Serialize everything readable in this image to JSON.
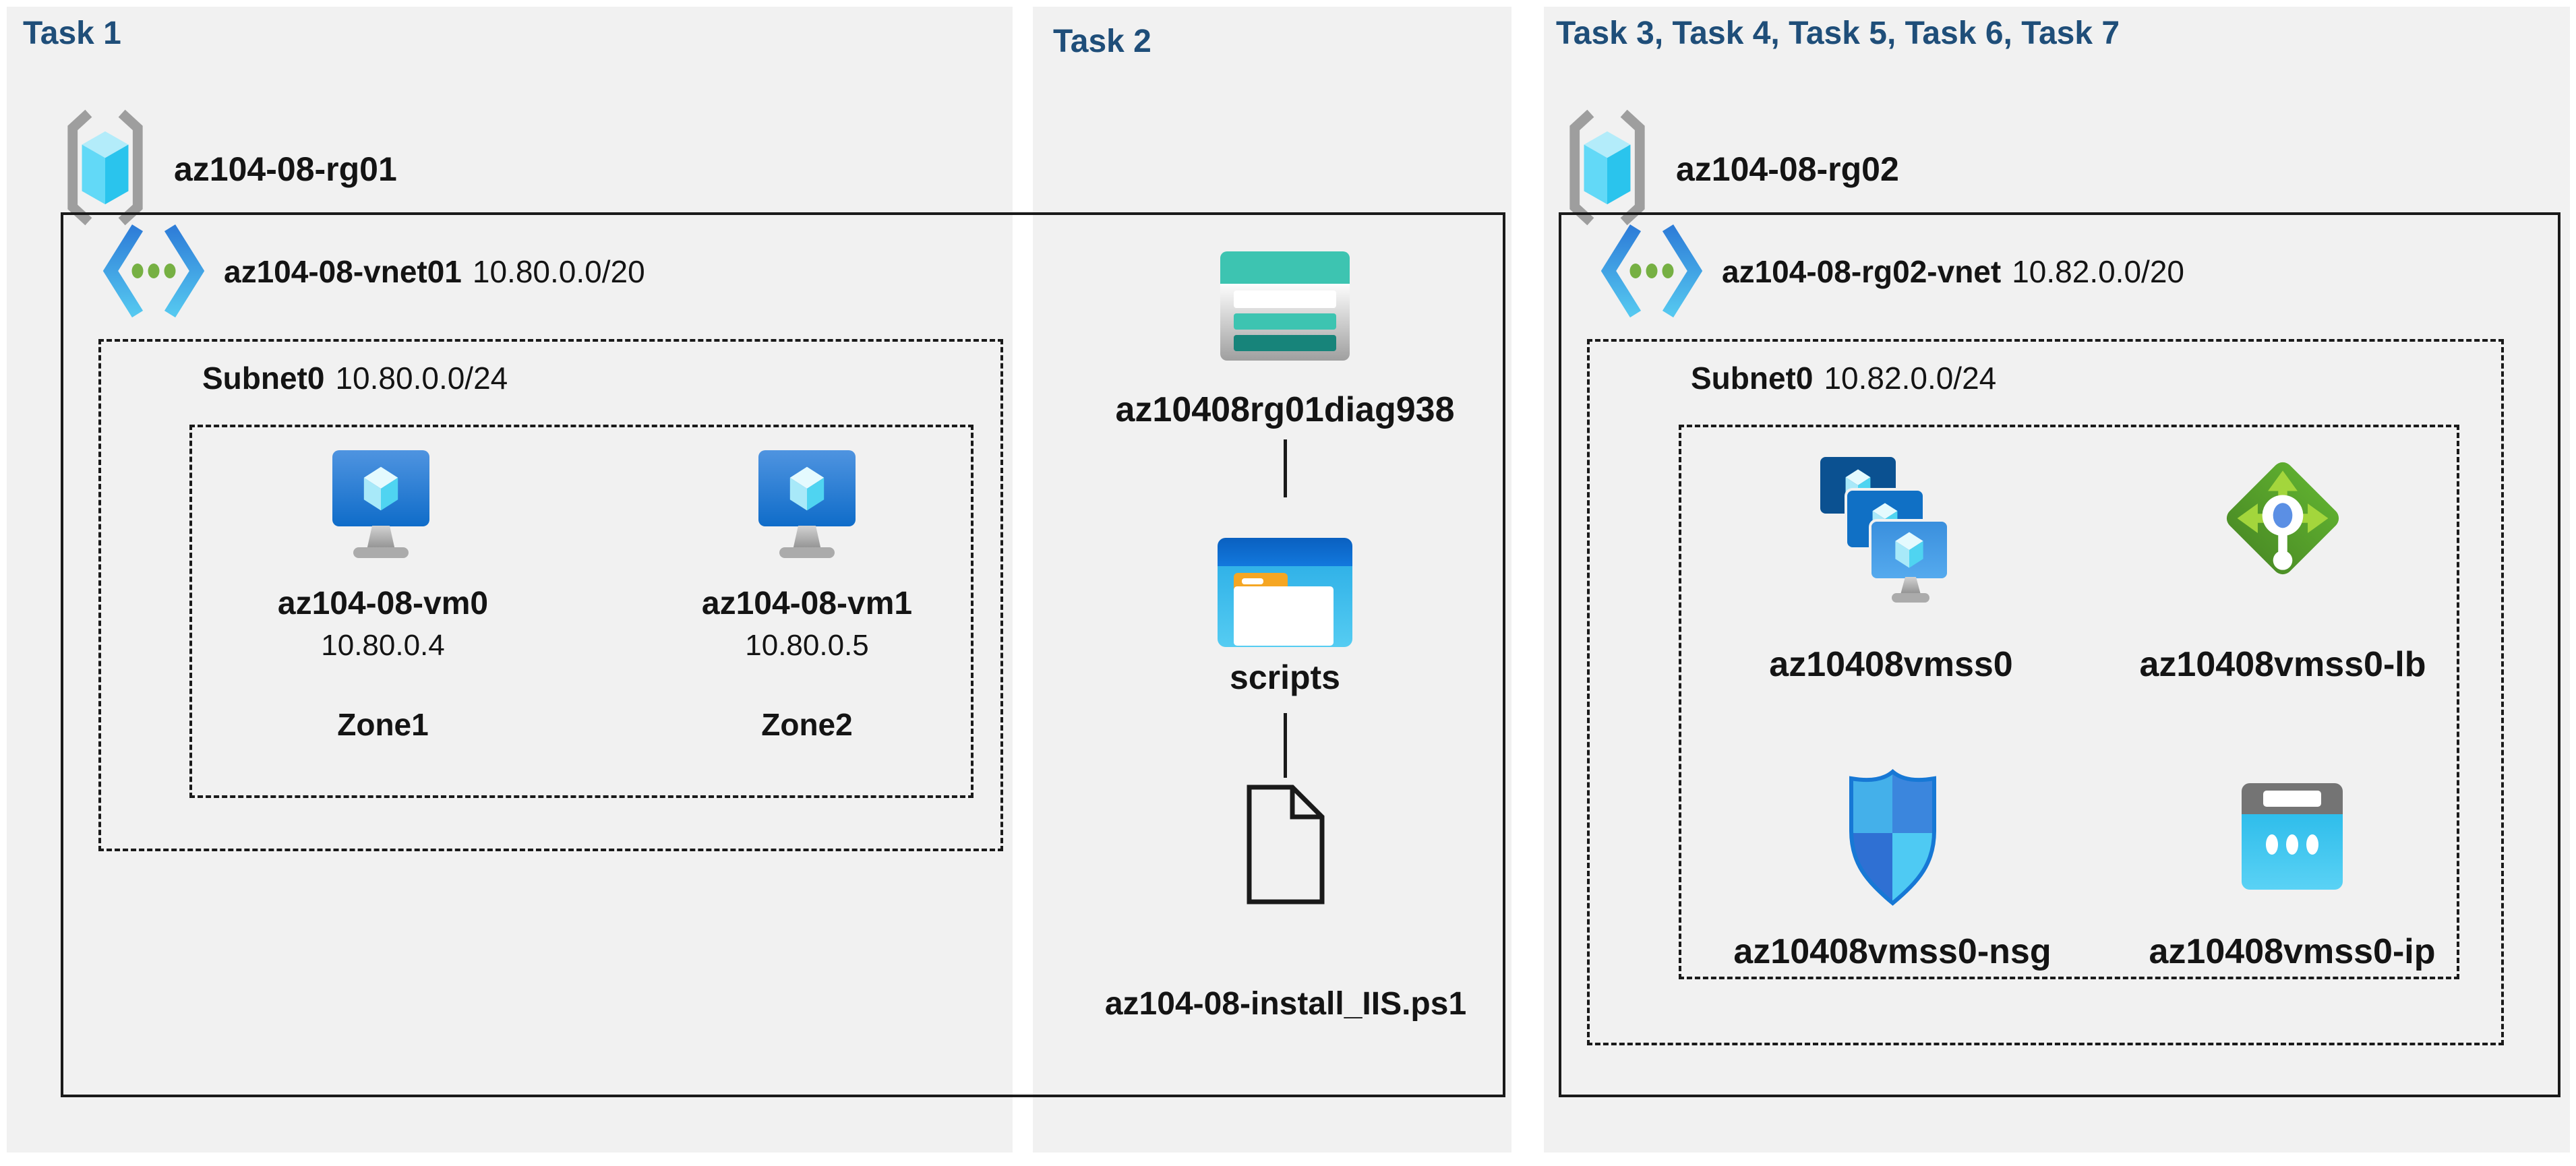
{
  "colors": {
    "title": "#1f4e79",
    "panel_bg": "#f1f1f1",
    "line": "#1a1a1a",
    "vm_blue": "#0f6cc9",
    "vnet_green_dot": "#76b043",
    "lb_green": "#5ba32c",
    "storage_teal": "#3dc4b1",
    "nsg_blue": "#3b86dd",
    "ip_cyan": "#2fbdeb"
  },
  "task1": {
    "title": "Task 1",
    "resource_group": "az104-08-rg01",
    "vnet_name": "az104-08-vnet01",
    "vnet_cidr": "10.80.0.0/20",
    "subnet_name": "Subnet0",
    "subnet_cidr": "10.80.0.0/24",
    "vm0": {
      "name": "az104-08-vm0",
      "ip": "10.80.0.4",
      "zone": "Zone1"
    },
    "vm1": {
      "name": "az104-08-vm1",
      "ip": "10.80.0.5",
      "zone": "Zone2"
    }
  },
  "task2": {
    "title": "Task 2",
    "storage_account": "az10408rg01diag938",
    "container": "scripts",
    "file": "az104-08-install_IIS.ps1"
  },
  "task3": {
    "title": "Task 3, Task 4, Task 5, Task 6, Task 7",
    "resource_group": "az104-08-rg02",
    "vnet_name": "az104-08-rg02-vnet",
    "vnet_cidr": "10.82.0.0/20",
    "subnet_name": "Subnet0",
    "subnet_cidr": "10.82.0.0/24",
    "vmss": "az10408vmss0",
    "load_balancer": "az10408vmss0-lb",
    "nsg": "az10408vmss0-nsg",
    "public_ip": "az10408vmss0-ip"
  }
}
